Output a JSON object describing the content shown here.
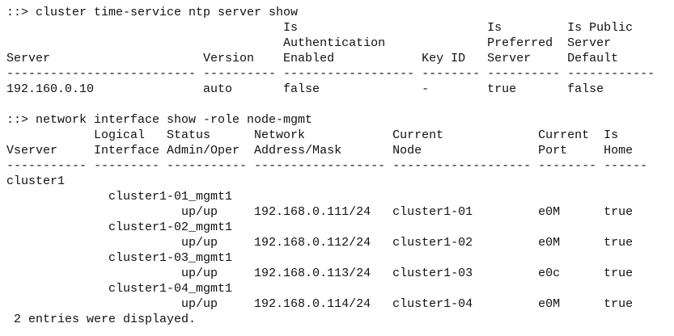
{
  "colors": {
    "background": "#ffffff",
    "text": "#111111"
  },
  "terminal": {
    "lines": [
      {
        "name": "ntp-command",
        "cells": [
          [
            0,
            "::> cluster time-service ntp server show"
          ]
        ]
      },
      {
        "name": "ntp-header-row-1",
        "cells": [
          [
            38,
            "Is"
          ],
          [
            66,
            "Is"
          ],
          [
            77,
            "Is Public"
          ]
        ]
      },
      {
        "name": "ntp-header-row-2",
        "cells": [
          [
            38,
            "Authentication"
          ],
          [
            66,
            "Preferred"
          ],
          [
            77,
            "Server"
          ]
        ]
      },
      {
        "name": "ntp-header-row-3",
        "cells": [
          [
            0,
            "Server"
          ],
          [
            27,
            "Version"
          ],
          [
            38,
            "Enabled"
          ],
          [
            57,
            "Key ID"
          ],
          [
            66,
            "Server"
          ],
          [
            77,
            "Default"
          ]
        ]
      },
      {
        "name": "ntp-separator",
        "cells": [
          [
            0,
            "--------------------------"
          ],
          [
            27,
            "----------"
          ],
          [
            38,
            "------------------"
          ],
          [
            57,
            "--------"
          ],
          [
            66,
            "----------"
          ],
          [
            77,
            "------------"
          ]
        ]
      },
      {
        "name": "ntp-server-row",
        "cells": [
          [
            0,
            "192.160.0.10"
          ],
          [
            27,
            "auto"
          ],
          [
            38,
            "false"
          ],
          [
            57,
            "-"
          ],
          [
            66,
            "true"
          ],
          [
            77,
            "false"
          ]
        ]
      },
      {
        "name": "blank-line",
        "cells": []
      },
      {
        "name": "net-int-command",
        "cells": [
          [
            0,
            "::> network interface show -role node-mgmt"
          ]
        ]
      },
      {
        "name": "net-int-header-row-1",
        "cells": [
          [
            12,
            "Logical"
          ],
          [
            22,
            "Status"
          ],
          [
            34,
            "Network"
          ],
          [
            53,
            "Current"
          ],
          [
            73,
            "Current"
          ],
          [
            82,
            "Is"
          ]
        ]
      },
      {
        "name": "net-int-header-row-2",
        "cells": [
          [
            0,
            "Vserver"
          ],
          [
            12,
            "Interface"
          ],
          [
            22,
            "Admin/Oper"
          ],
          [
            34,
            "Address/Mask"
          ],
          [
            53,
            "Node"
          ],
          [
            73,
            "Port"
          ],
          [
            82,
            "Home"
          ]
        ]
      },
      {
        "name": "net-int-separator",
        "cells": [
          [
            0,
            "-----------"
          ],
          [
            12,
            "---------"
          ],
          [
            22,
            "-----------"
          ],
          [
            34,
            "------------------"
          ],
          [
            53,
            "-------------------"
          ],
          [
            73,
            "--------"
          ],
          [
            82,
            "------"
          ]
        ]
      },
      {
        "name": "vserver-row",
        "cells": [
          [
            0,
            "cluster1"
          ]
        ]
      },
      {
        "name": "lif-name-row-1",
        "cells": [
          [
            14,
            "cluster1-01_mgmt1"
          ]
        ]
      },
      {
        "name": "lif-data-row-1",
        "cells": [
          [
            24,
            "up/up"
          ],
          [
            34,
            "192.168.0.111/24"
          ],
          [
            53,
            "cluster1-01"
          ],
          [
            73,
            "e0M"
          ],
          [
            82,
            "true"
          ]
        ]
      },
      {
        "name": "lif-name-row-2",
        "cells": [
          [
            14,
            "cluster1-02_mgmt1"
          ]
        ]
      },
      {
        "name": "lif-data-row-2",
        "cells": [
          [
            24,
            "up/up"
          ],
          [
            34,
            "192.168.0.112/24"
          ],
          [
            53,
            "cluster1-02"
          ],
          [
            73,
            "e0M"
          ],
          [
            82,
            "true"
          ]
        ]
      },
      {
        "name": "lif-name-row-3",
        "cells": [
          [
            14,
            "cluster1-03_mgmt1"
          ]
        ]
      },
      {
        "name": "lif-data-row-3",
        "cells": [
          [
            24,
            "up/up"
          ],
          [
            34,
            "192.168.0.113/24"
          ],
          [
            53,
            "cluster1-03"
          ],
          [
            73,
            "e0c"
          ],
          [
            82,
            "true"
          ]
        ]
      },
      {
        "name": "lif-name-row-4",
        "cells": [
          [
            14,
            "cluster1-04_mgmt1"
          ]
        ]
      },
      {
        "name": "lif-data-row-4",
        "cells": [
          [
            24,
            "up/up"
          ],
          [
            34,
            "192.168.0.114/24"
          ],
          [
            53,
            "cluster1-04"
          ],
          [
            73,
            "e0M"
          ],
          [
            82,
            "true"
          ]
        ]
      },
      {
        "name": "entries-footer",
        "cells": [
          [
            1,
            "2 entries were displayed."
          ]
        ]
      }
    ]
  },
  "ntp_table": {
    "command": "cluster time-service ntp server show",
    "columns": [
      "Server",
      "Version",
      "Is Authentication Enabled",
      "Key ID",
      "Is Preferred Server",
      "Is Public Server Default"
    ],
    "rows": [
      [
        "192.160.0.10",
        "auto",
        "false",
        "-",
        "true",
        "false"
      ]
    ]
  },
  "interface_table": {
    "command": "network interface show -role node-mgmt",
    "columns": [
      "Vserver",
      "Logical Interface",
      "Status Admin/Oper",
      "Network Address/Mask",
      "Current Node",
      "Current Port",
      "Is Home"
    ],
    "vserver": "cluster1",
    "rows": [
      [
        "cluster1-01_mgmt1",
        "up/up",
        "192.168.0.111/24",
        "cluster1-01",
        "e0M",
        "true"
      ],
      [
        "cluster1-02_mgmt1",
        "up/up",
        "192.168.0.112/24",
        "cluster1-02",
        "e0M",
        "true"
      ],
      [
        "cluster1-03_mgmt1",
        "up/up",
        "192.168.0.113/24",
        "cluster1-03",
        "e0c",
        "true"
      ],
      [
        "cluster1-04_mgmt1",
        "up/up",
        "192.168.0.114/24",
        "cluster1-04",
        "e0M",
        "true"
      ]
    ],
    "footer": "2 entries were displayed."
  }
}
